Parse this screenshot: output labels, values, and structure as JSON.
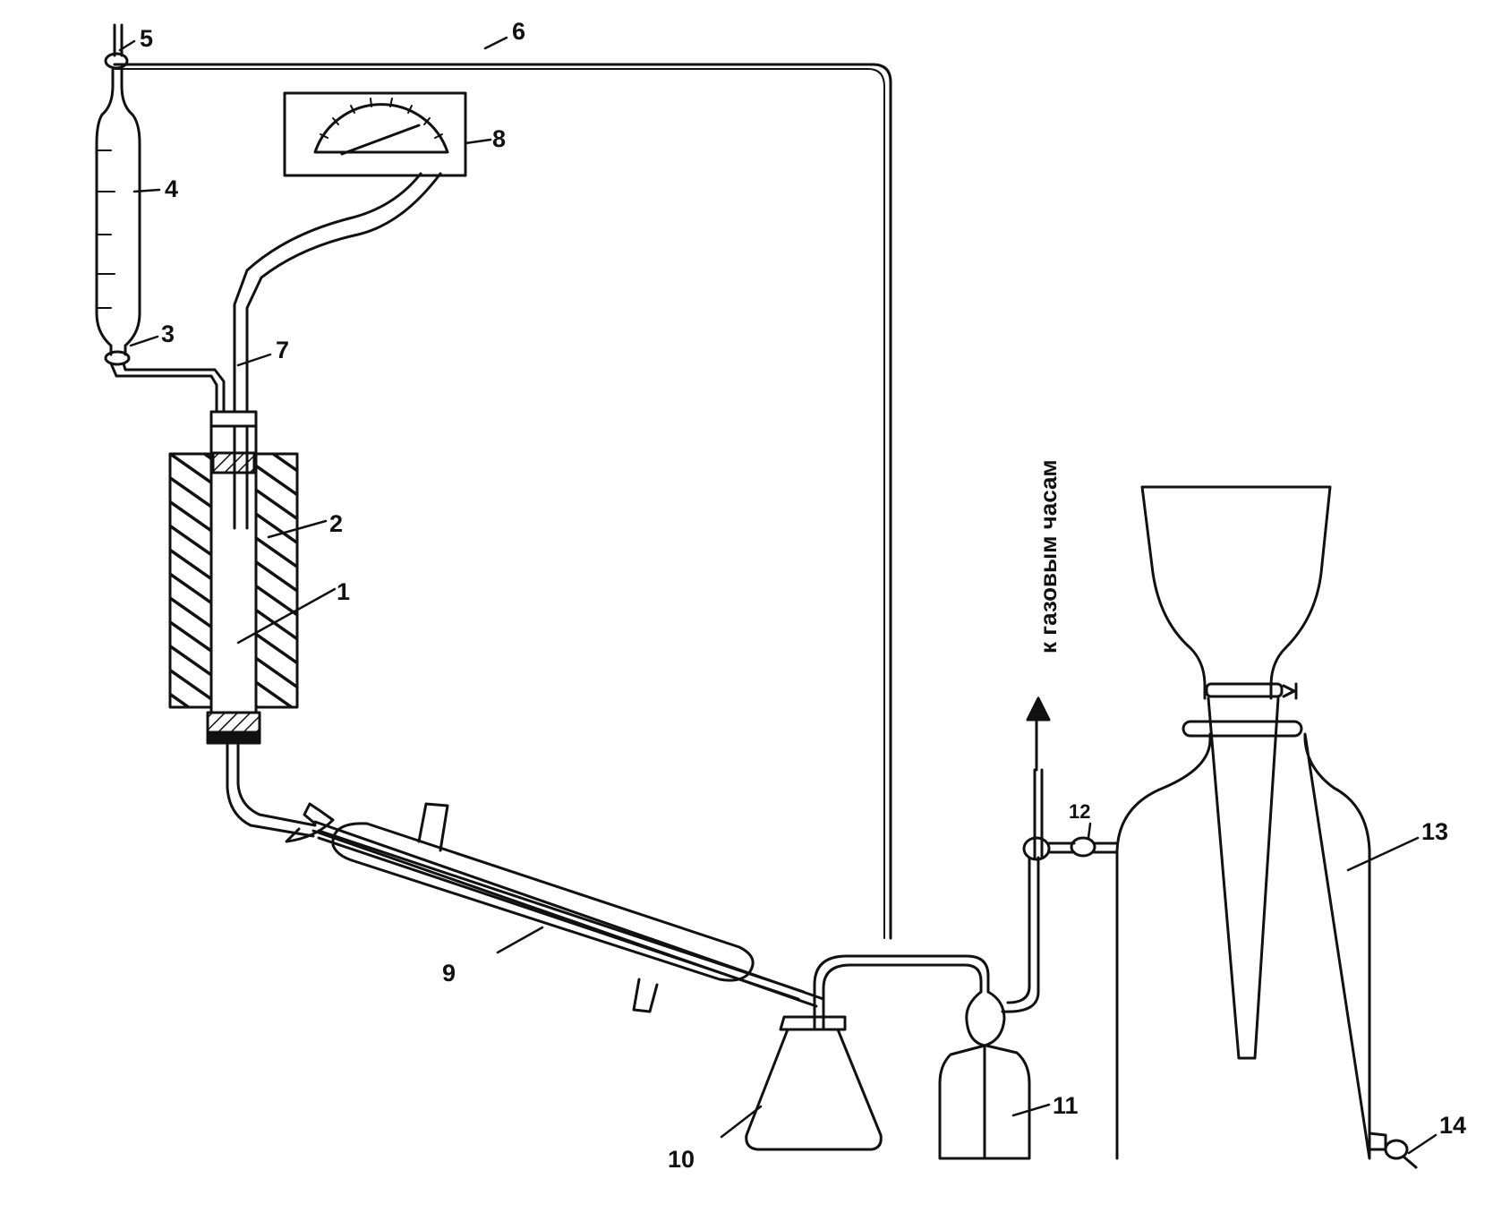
{
  "diagram": {
    "labels": {
      "l1": "1",
      "l2": "2",
      "l3": "3",
      "l4": "4",
      "l5": "5",
      "l6": "6",
      "l7": "7",
      "l8": "8",
      "l9": "9",
      "l10": "10",
      "l11": "11",
      "l12": "12",
      "l13": "13",
      "l14": "14"
    },
    "outlet_caption": "к газовым часам",
    "colors": {
      "ink": "#111111",
      "paper": "#ffffff"
    }
  }
}
